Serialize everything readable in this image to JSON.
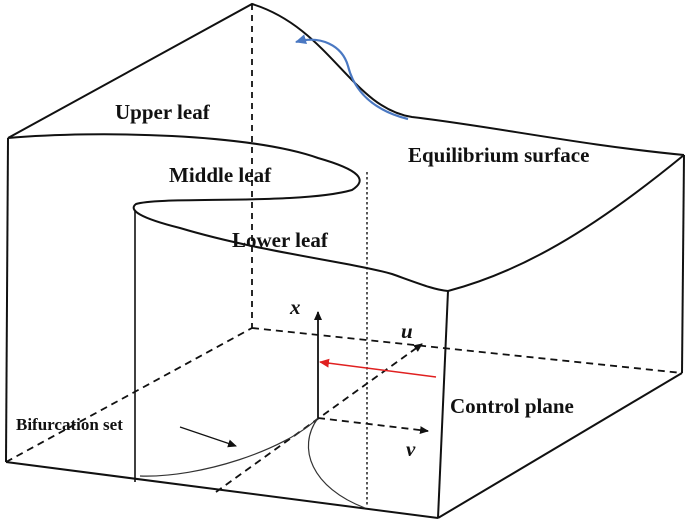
{
  "labels": {
    "upper_leaf": "Upper leaf",
    "middle_leaf": "Middle leaf",
    "lower_leaf": "Lower leaf",
    "equilibrium_surface": "Equilibrium surface",
    "control_plane": "Control plane",
    "bifurcation_set": "Bifurcation set"
  },
  "axes": {
    "x": "x",
    "u": "u",
    "v": "v"
  },
  "colors": {
    "line": "#111111",
    "flow_arrow": "#4a78c2",
    "control_arrow": "#e02020",
    "background": "#ffffff"
  }
}
